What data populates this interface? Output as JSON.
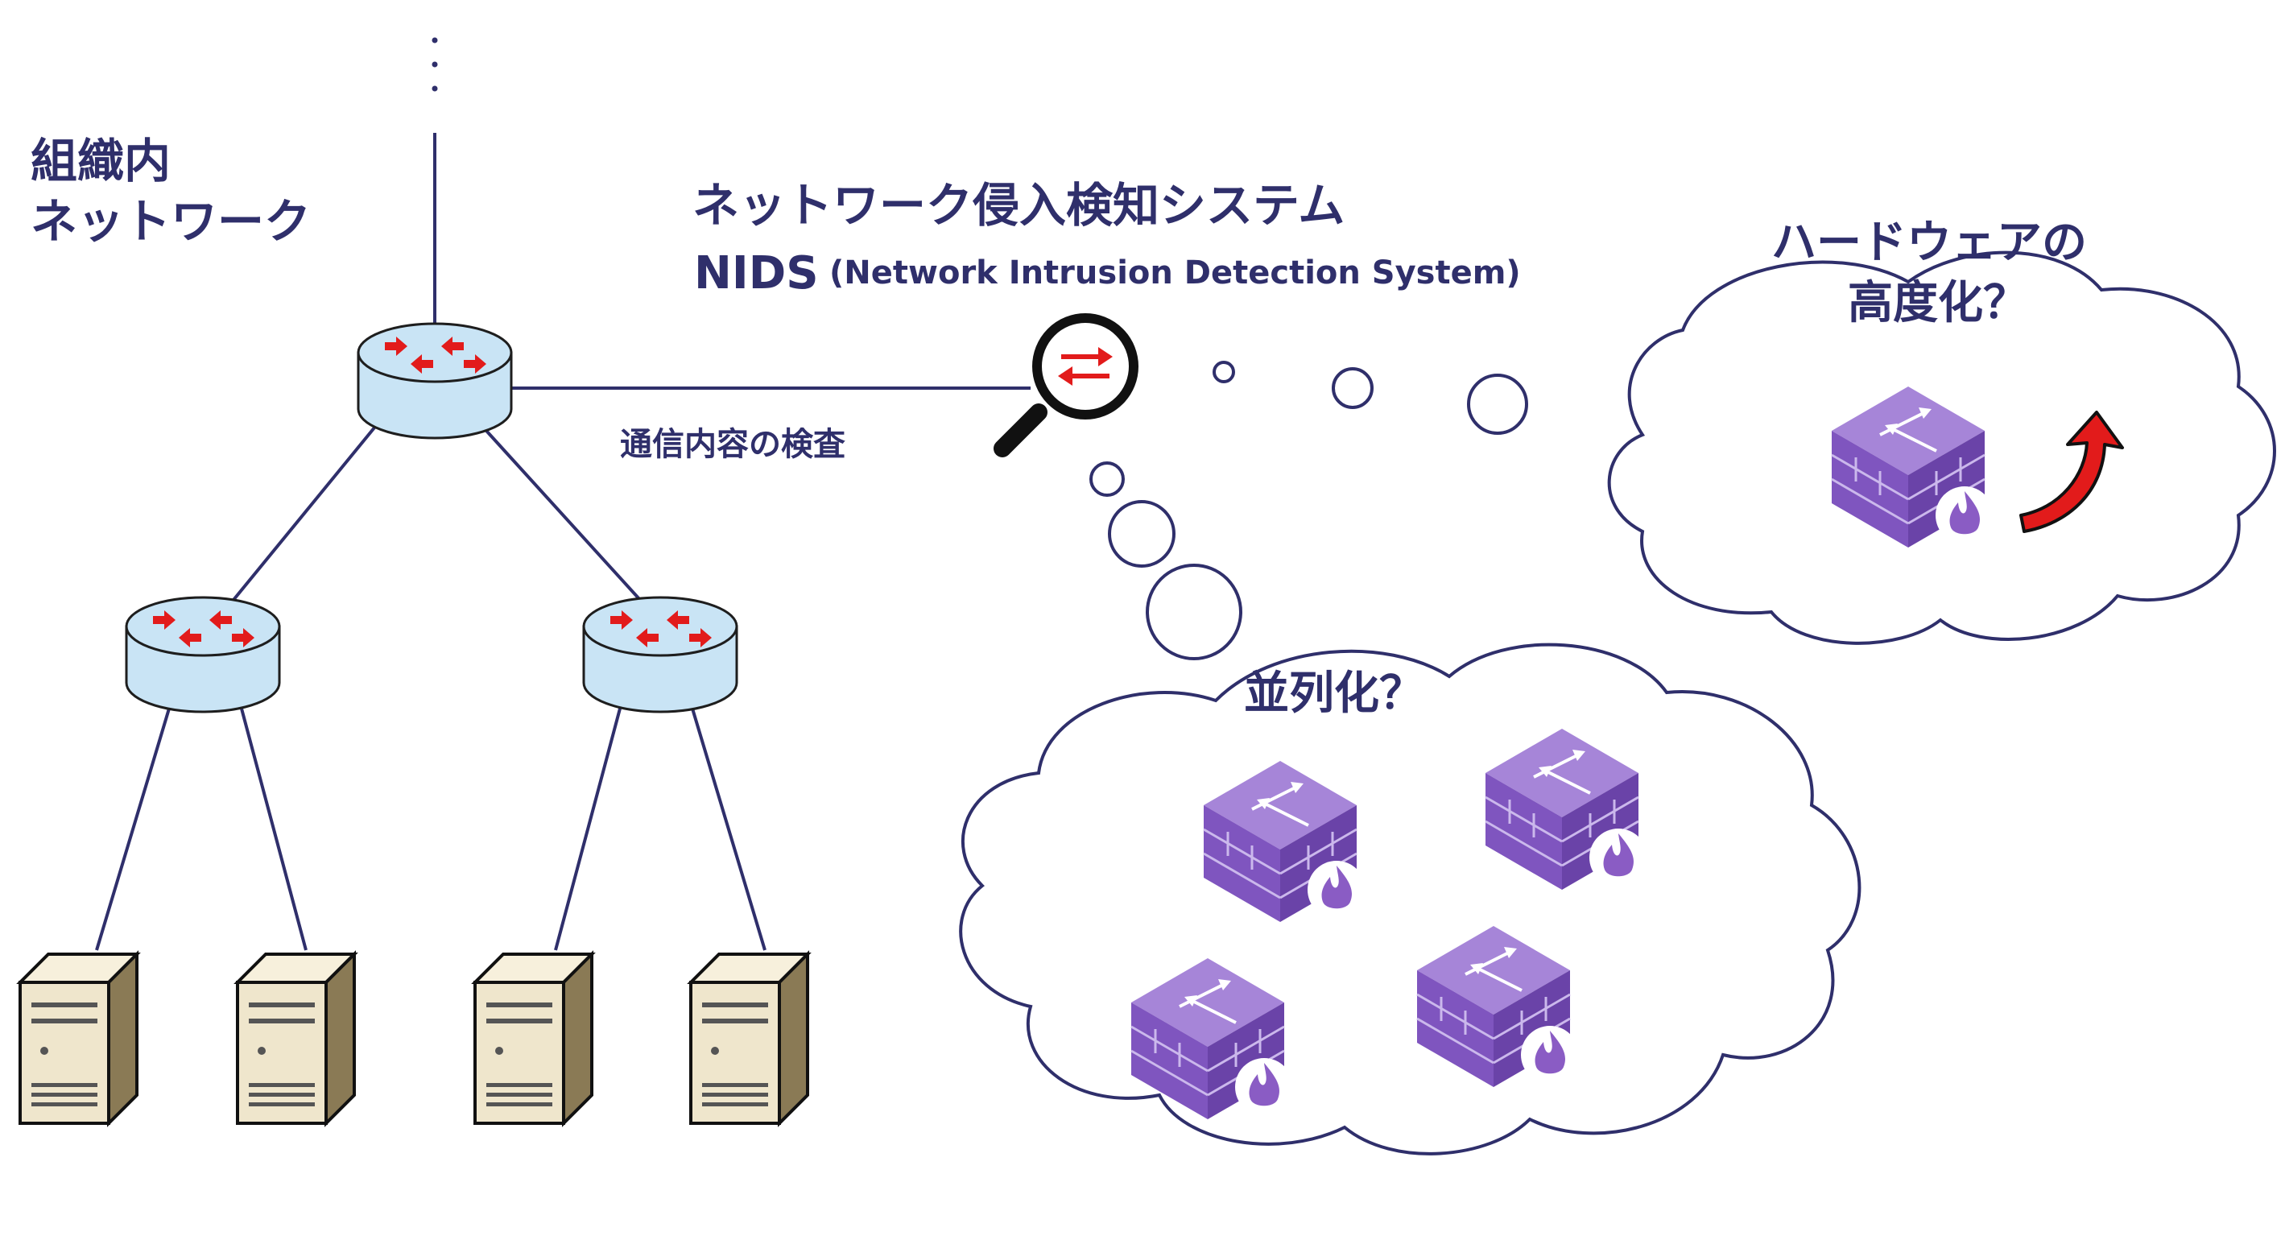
{
  "colors": {
    "text": "#2f2f6b",
    "line": "#2f2f6b",
    "router_body": "#c9e4f5",
    "router_stroke": "#1e1e1e",
    "arrow_red": "#e21b1b",
    "firewall": "#8a5cc4",
    "firewall_light": "#a685d8",
    "server_body": "#efe6cc"
  },
  "labels": {
    "org_network_line1": "組織内",
    "org_network_line2": "ネットワーク",
    "nids_title": "ネットワーク侵入検知システム",
    "nids_abbr": "NIDS",
    "nids_full": "(Network Intrusion Detection System)",
    "inspection": "通信内容の検査",
    "parallel": "並列化？",
    "hardware_line1": "ハードウェアの",
    "hardware_line2": "高度化？"
  },
  "icons": {
    "router": "router-icon",
    "server": "server-icon",
    "magnifier": "magnifier-icon",
    "firewall": "firewall-icon",
    "up_arrow": "curved-up-arrow-icon"
  }
}
